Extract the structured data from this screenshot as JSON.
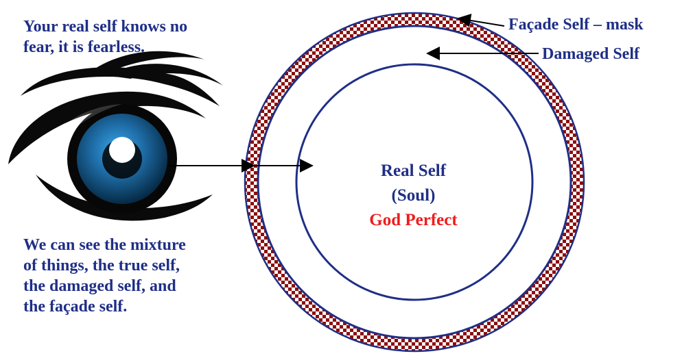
{
  "text_blocks": {
    "top_left": "Your real self knows no\nfear, it is fearless.",
    "bottom_left": "We can see the mixture\nof things, the true self,\nthe damaged self, and\nthe façade self."
  },
  "labels": {
    "facade_self": "Façade Self – mask",
    "damaged_self": "Damaged Self"
  },
  "center": {
    "line1": "Real Self",
    "line2": "(Soul)",
    "line3": "God Perfect"
  },
  "colors": {
    "primary_text": "#1f2f86",
    "accent_red": "#ef1c1c",
    "ring_blue": "#1f2f86",
    "checker_dark": "#8c0f0f",
    "checker_light": "#ffffff",
    "iris_blue": "#1d6da8",
    "eye_black": "#0a0a0a"
  },
  "icons": {
    "eye": "eye-icon"
  }
}
